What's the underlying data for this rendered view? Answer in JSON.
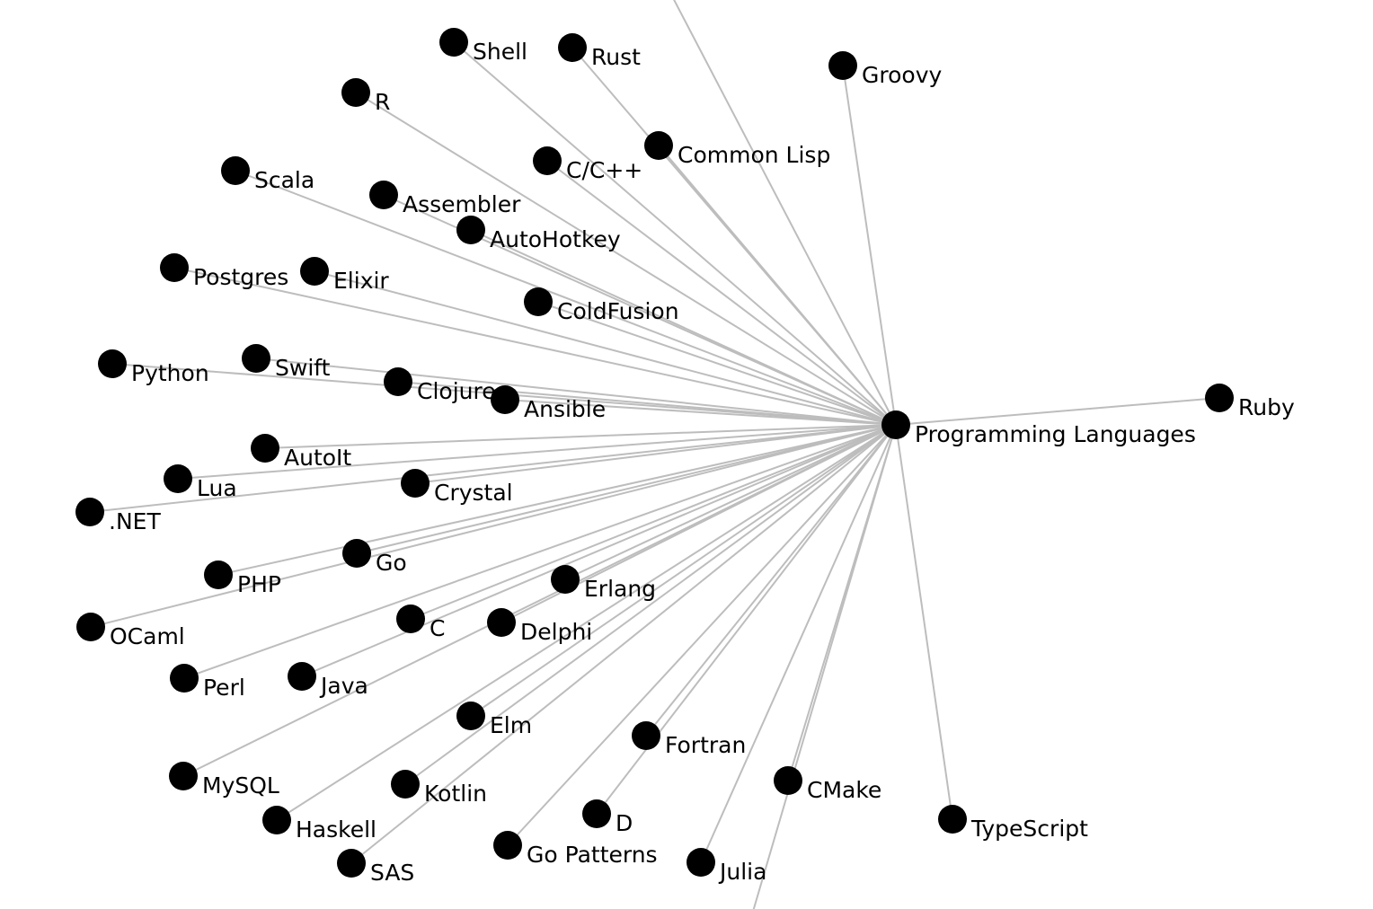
{
  "graph": {
    "hub": {
      "id": "programming-languages",
      "label": "Programming Languages"
    },
    "nodes": [
      {
        "id": "shell",
        "label": "Shell"
      },
      {
        "id": "rust",
        "label": "Rust"
      },
      {
        "id": "groovy",
        "label": "Groovy"
      },
      {
        "id": "r",
        "label": "R"
      },
      {
        "id": "common-lisp",
        "label": "Common Lisp"
      },
      {
        "id": "c-cpp",
        "label": "C/C++"
      },
      {
        "id": "scala",
        "label": "Scala"
      },
      {
        "id": "assembler",
        "label": "Assembler"
      },
      {
        "id": "autohotkey",
        "label": "AutoHotkey"
      },
      {
        "id": "postgres",
        "label": "Postgres"
      },
      {
        "id": "elixir",
        "label": "Elixir"
      },
      {
        "id": "coldfusion",
        "label": "ColdFusion"
      },
      {
        "id": "python",
        "label": "Python"
      },
      {
        "id": "swift",
        "label": "Swift"
      },
      {
        "id": "clojure",
        "label": "Clojure"
      },
      {
        "id": "ansible",
        "label": "Ansible"
      },
      {
        "id": "ruby",
        "label": "Ruby"
      },
      {
        "id": "autoit",
        "label": "AutoIt"
      },
      {
        "id": "lua",
        "label": "Lua"
      },
      {
        "id": "crystal",
        "label": "Crystal"
      },
      {
        "id": "dotnet",
        "label": ".NET"
      },
      {
        "id": "go",
        "label": "Go"
      },
      {
        "id": "php",
        "label": "PHP"
      },
      {
        "id": "erlang",
        "label": "Erlang"
      },
      {
        "id": "ocaml",
        "label": "OCaml"
      },
      {
        "id": "c",
        "label": "C"
      },
      {
        "id": "delphi",
        "label": "Delphi"
      },
      {
        "id": "perl",
        "label": "Perl"
      },
      {
        "id": "java",
        "label": "Java"
      },
      {
        "id": "elm",
        "label": "Elm"
      },
      {
        "id": "fortran",
        "label": "Fortran"
      },
      {
        "id": "mysql",
        "label": "MySQL"
      },
      {
        "id": "cmake",
        "label": "CMake"
      },
      {
        "id": "kotlin",
        "label": "Kotlin"
      },
      {
        "id": "haskell",
        "label": "Haskell"
      },
      {
        "id": "d",
        "label": "D"
      },
      {
        "id": "typescript",
        "label": "TypeScript"
      },
      {
        "id": "go-patterns",
        "label": "Go Patterns"
      },
      {
        "id": "sas",
        "label": "SAS"
      },
      {
        "id": "julia",
        "label": "Julia"
      }
    ]
  }
}
